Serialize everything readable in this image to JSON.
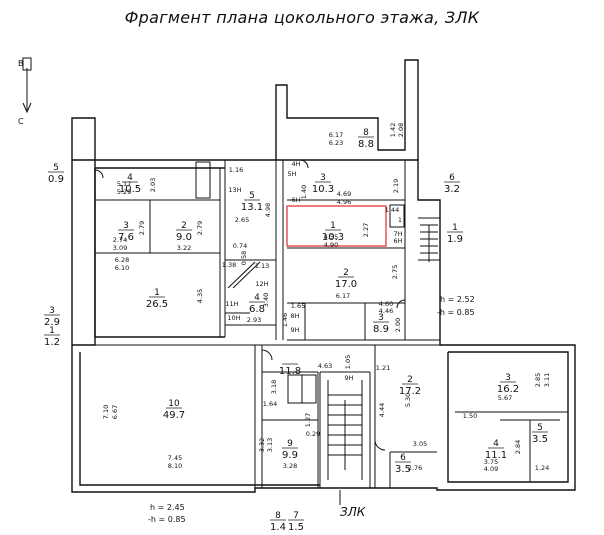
{
  "title": "Фрагмент плана цокольного этажа, ЗЛК",
  "bottom_label": "ЗЛК",
  "compass_letters": [
    "В",
    "С"
  ],
  "heights": {
    "h_right": "h = 2.52",
    "h_right_neg": "-h = 0.85",
    "h_bottom": "h = 2.45",
    "h_bottom_neg": "-h = 0.85"
  },
  "highlight_color": "#e03a3a",
  "rooms": [
    {
      "id": "r8",
      "num": "8",
      "area": "8.8"
    },
    {
      "id": "r4a",
      "num": "4",
      "area": "10.5"
    },
    {
      "id": "r3a",
      "num": "3",
      "area": "7.6"
    },
    {
      "id": "r2a",
      "num": "2",
      "area": "9.0"
    },
    {
      "id": "r1a",
      "num": "1",
      "area": "26.5"
    },
    {
      "id": "r5",
      "num": "5",
      "area": "13.1"
    },
    {
      "id": "r4b",
      "num": "4",
      "area": "6.8"
    },
    {
      "id": "r3b",
      "num": "3",
      "area": "10.3"
    },
    {
      "id": "r1b",
      "num": "1",
      "area": "10.3"
    },
    {
      "id": "r2b",
      "num": "2",
      "area": "17.0"
    },
    {
      "id": "r3c",
      "num": "3",
      "area": "8.9"
    },
    {
      "id": "r10",
      "num": "10",
      "area": "49.7"
    },
    {
      "id": "r11",
      "num": "",
      "area": "11.8"
    },
    {
      "id": "r9",
      "num": "9",
      "area": "9.9"
    },
    {
      "id": "r2c",
      "num": "2",
      "area": "17.2"
    },
    {
      "id": "r6a",
      "num": "6",
      "area": "3.5"
    },
    {
      "id": "r3d",
      "num": "3",
      "area": "16.2"
    },
    {
      "id": "r4d",
      "num": "4",
      "area": "11.1"
    },
    {
      "id": "r5b",
      "num": "5",
      "area": "3.5"
    },
    {
      "id": "r5o",
      "num": "5",
      "area": "0.9"
    },
    {
      "id": "r6o",
      "num": "6",
      "area": "3.2"
    },
    {
      "id": "r1o",
      "num": "1",
      "area": "1.9"
    },
    {
      "id": "r3o",
      "num": "3",
      "area": "2.9"
    },
    {
      "id": "r1o2",
      "num": "1",
      "area": "1.2"
    },
    {
      "id": "r8o",
      "num": "8",
      "area": "1.4"
    },
    {
      "id": "r7o",
      "num": "7",
      "area": "1.5"
    }
  ],
  "dims": [
    "6.17",
    "6.23",
    "1.42",
    "2.08",
    "5.17",
    "5.29",
    "2.03",
    "2.79",
    "2.74",
    "3.09",
    "3.22",
    "2.79",
    "6.28",
    "6.10",
    "4.35",
    "1.16",
    "2.65",
    "4.98",
    "0.74",
    "0.58",
    "1.13",
    "3.40",
    "2.93",
    "4.69",
    "4.96",
    "2.19",
    "4.55",
    "4.90",
    "2.27",
    "2.75",
    "6.17",
    "4.60",
    "4.46",
    "2.00",
    "7.10",
    "6.67",
    "7.45",
    "8.10",
    "3.18",
    "1.64",
    "3.32",
    "3.13",
    "3.28",
    "4.63",
    "1.05",
    "1.21",
    "4.44",
    "5.30",
    "3.05",
    "2.76",
    "2.85",
    "3.11",
    "5.67",
    "1.50",
    "2.84",
    "3.75",
    "4.09",
    "1.24",
    "1.40",
    "1.65",
    "1.46",
    "0.29",
    "1.27"
  ],
  "tags": [
    "13Н",
    "11Н",
    "12Н",
    "10Н",
    "5Н",
    "4Н",
    "6Н",
    "7Н",
    "6Н",
    "8Н",
    "9Н",
    "9Н",
    "1",
    "1.38",
    "1.44"
  ]
}
